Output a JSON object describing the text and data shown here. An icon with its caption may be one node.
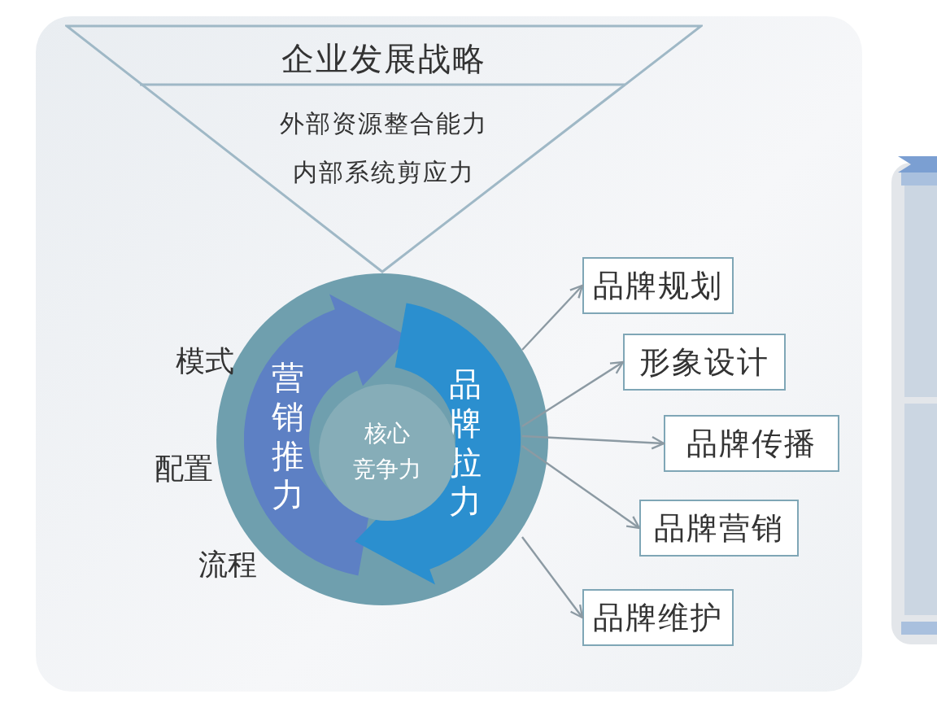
{
  "diagram": {
    "nodes": [
      {
        "text": [
          "企业发展战略",
          "外部资源整合能力",
          "内部系统剪应力"
        ]
      },
      {
        "text": [],
        "shape": "circle"
      },
      {
        "text": [
          "营销推力"
        ],
        "in": 1
      },
      {
        "text": [
          "品牌拉力"
        ],
        "in": 1
      },
      {
        "text": [
          "核心竞争力"
        ],
        "in": 1
      },
      {
        "text": [
          "品牌规划"
        ]
      },
      {
        "text": [
          "形象设计"
        ]
      },
      {
        "text": [
          "品牌传播"
        ]
      },
      {
        "text": [
          "品牌营销"
        ]
      },
      {
        "text": [
          "品牌维护"
        ]
      }
    ],
    "edges": [
      {
        "from": 3,
        "to": 5,
        "arrow": "to"
      },
      {
        "from": 3,
        "to": 6,
        "arrow": "to"
      },
      {
        "from": 3,
        "to": 7,
        "arrow": "to"
      },
      {
        "from": 3,
        "to": 8,
        "arrow": "to"
      },
      {
        "from": 3,
        "to": 9,
        "arrow": "to"
      }
    ],
    "labels": [
      "模式",
      "配置",
      "流程"
    ]
  }
}
